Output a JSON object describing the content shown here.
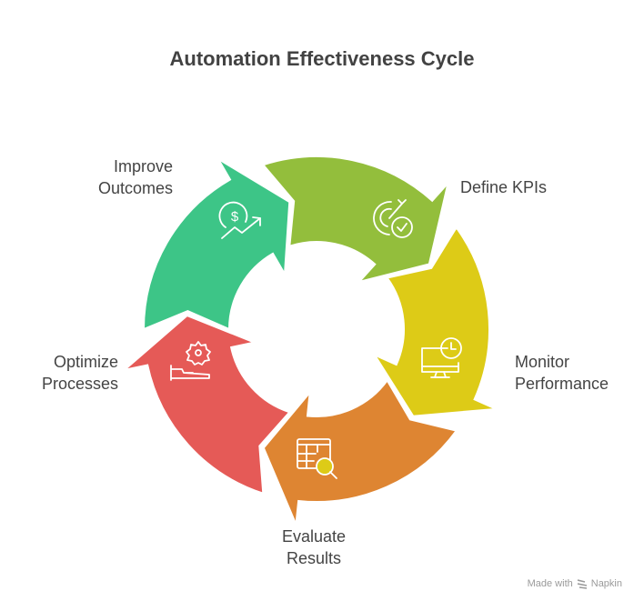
{
  "title": "Automation Effectiveness Cycle",
  "steps": [
    {
      "label_lines": [
        "Improve",
        "Outcomes"
      ],
      "icon": "dollar-growth-icon",
      "color": "#E55A57"
    },
    {
      "label_lines": [
        "Define KPIs"
      ],
      "icon": "target-check-icon",
      "color": "#3DC587"
    },
    {
      "label_lines": [
        "Monitor",
        "Performance"
      ],
      "icon": "monitor-clock-icon",
      "color": "#93BE3C"
    },
    {
      "label_lines": [
        "Evaluate",
        "Results"
      ],
      "icon": "table-search-icon",
      "color": "#DDCB17"
    },
    {
      "label_lines": [
        "Optimize",
        "Processes"
      ],
      "icon": "hand-gear-icon",
      "color": "#DE8532"
    }
  ],
  "footer": {
    "made_with": "Made with",
    "brand": "Napkin"
  }
}
